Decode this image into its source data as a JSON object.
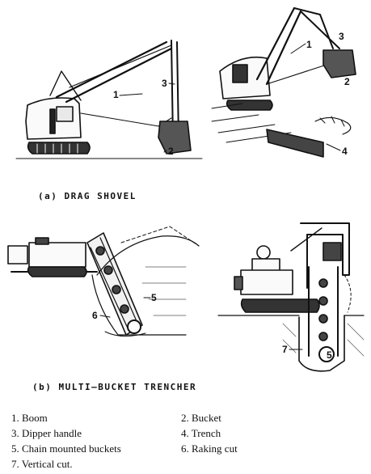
{
  "captions": {
    "a": "(a) DRAG SHOVEL",
    "b": "(b) MULTI—BUCKET TRENCHER"
  },
  "callouts": {
    "left_boom": "1",
    "left_dipper": "3",
    "left_bucket": "2",
    "right_dipper": "3",
    "right_boom": "1",
    "right_bucket": "2",
    "right_trench": "4",
    "tr_left_buckets": "5",
    "tr_left_raking": "6",
    "tr_right_vertical": "7",
    "tr_right_buckets": "5"
  },
  "legend": {
    "item1": "1. Boom",
    "item2": "2. Bucket",
    "item3": "3. Dipper handle",
    "item4": "4. Trench",
    "item5": "5. Chain mounted buckets",
    "item6": "6. Raking cut",
    "item7": "7. Vertical cut."
  }
}
